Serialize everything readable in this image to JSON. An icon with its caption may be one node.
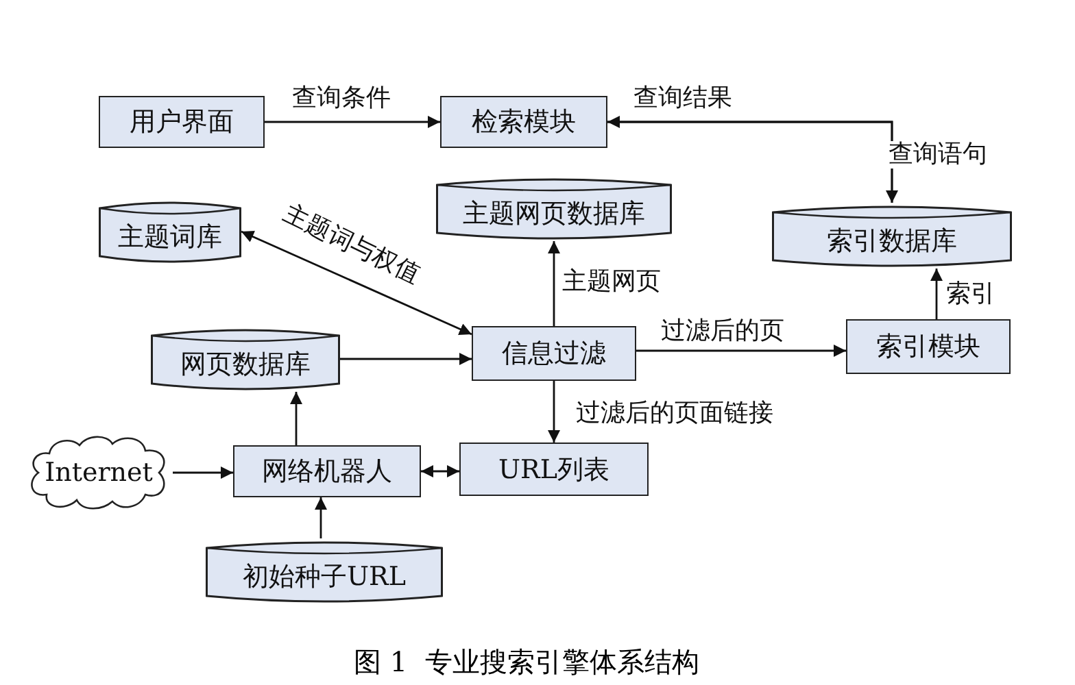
{
  "diagram": {
    "caption": "图 1  专业搜索引擎体系结构",
    "nodes": [
      {
        "text": [
          "用户界面"
        ]
      },
      {
        "text": [
          "检索模块"
        ]
      },
      {
        "text": [
          "主题词库"
        ]
      },
      {
        "text": [
          "主题网页数据库"
        ]
      },
      {
        "text": [
          "索引数据库"
        ]
      },
      {
        "text": [
          "网页数据库"
        ]
      },
      {
        "text": [
          "信息过滤"
        ]
      },
      {
        "text": [
          "索引模块"
        ]
      },
      {
        "text": [
          "Internet"
        ]
      },
      {
        "text": [
          "网络机器人"
        ]
      },
      {
        "text": [
          "URL列表"
        ]
      },
      {
        "text": [
          "初始种子URL"
        ]
      }
    ],
    "edges": [
      {
        "from": 0,
        "to": 1,
        "arrow": "to",
        "label": "查询条件"
      },
      {
        "from": 4,
        "to": 1,
        "arrow": "to",
        "label": "查询结果"
      },
      {
        "from": 1,
        "to": 4,
        "arrow": "to",
        "label": "查询语句"
      },
      {
        "from": 6,
        "to": 2,
        "arrow": "both",
        "label": "主题词与权值"
      },
      {
        "from": 5,
        "to": 6,
        "arrow": "to"
      },
      {
        "from": 6,
        "to": 3,
        "arrow": "to",
        "label": "主题网页"
      },
      {
        "from": 6,
        "to": 7,
        "arrow": "to",
        "label": "过滤后的页"
      },
      {
        "from": 7,
        "to": 4,
        "arrow": "to",
        "label": "索引"
      },
      {
        "from": 6,
        "to": 10,
        "arrow": "to",
        "label": "过滤后的页面链接"
      },
      {
        "from": 8,
        "to": 9,
        "arrow": "to"
      },
      {
        "from": 9,
        "to": 10,
        "arrow": "both"
      },
      {
        "from": 9,
        "to": 5,
        "arrow": "to"
      },
      {
        "from": 11,
        "to": 9,
        "arrow": "to"
      }
    ]
  }
}
